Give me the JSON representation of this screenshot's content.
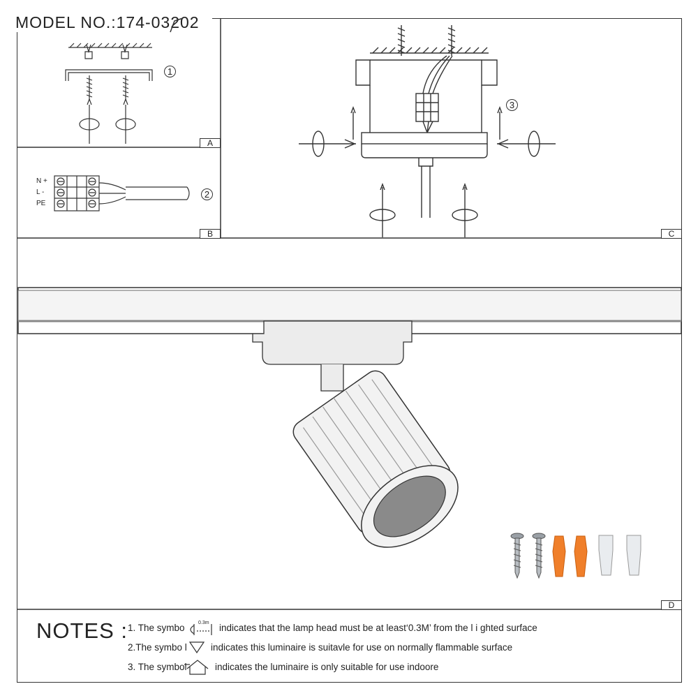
{
  "model_no": "MODEL NO.:174-03202",
  "panels": {
    "a_label": "A",
    "b_label": "B",
    "c_label": "C",
    "d_label": "D"
  },
  "steps": {
    "step1": "1",
    "step2": "2",
    "step3": "3"
  },
  "terminal_labels": {
    "n": "N +",
    "l": "L -",
    "pe": "PE"
  },
  "notes": {
    "title": "NOTES :",
    "note1_prefix": "1. The symbo",
    "note1_symbol": "0.3m",
    "note1_text": "indicates that the lamp head must be at least‘0.3M’ from the l i ghted surface",
    "note2_prefix": "2.The symbo l",
    "note2_text": "indicates this luminaire is suitavle for use on normally flammable surface",
    "note3_prefix": "3. The symbol",
    "note3_text": "indicates the luminaire is only suitable for use indoore"
  },
  "colors": {
    "line": "#333333",
    "anchor_orange": "#f07f2a",
    "anchor_white": "#e9ecef",
    "screw_grey": "#9aa0a6",
    "lamp_fill": "#f2f2f2",
    "lamp_dark": "#8a8a8a"
  }
}
